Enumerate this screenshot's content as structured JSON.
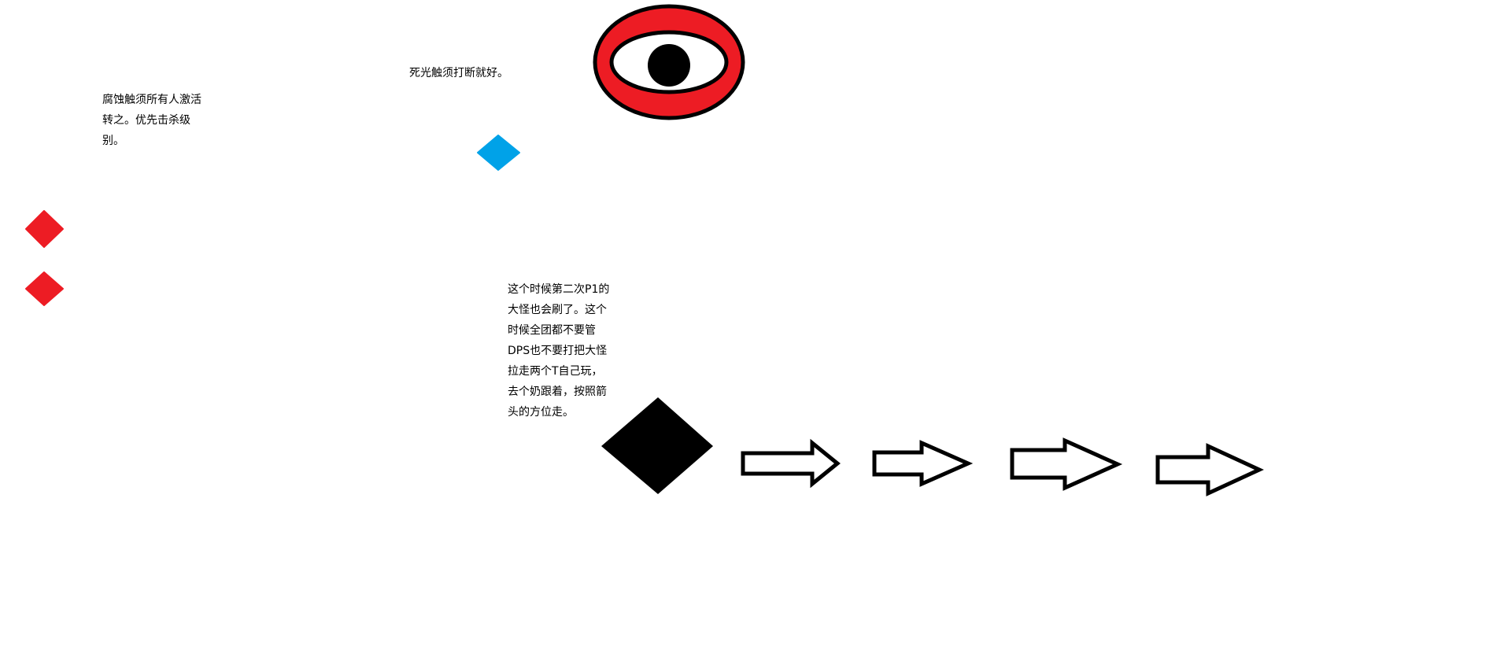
{
  "notes": [
    "腐蚀触须所有人激活\n转之。优先击杀级\n别。",
    "死光触须打断就好。",
    "这个时候第二次P1的\n大怪也会刷了。这个\n时候全团都不要管\nDPS也不要打把大怪\n拉走两个T自己玩，\n去个奶跟着，按照箭\n头的方位走。"
  ],
  "colors": {
    "red": "#ed1c24",
    "blue": "#00a2e8",
    "black": "#000000",
    "white": "#ffffff"
  },
  "icons": {
    "eye": "eye-icon",
    "red_diamond": "red-diamond-marker",
    "blue_diamond": "blue-diamond-marker",
    "boss": "black-diamond-boss",
    "arrow": "right-arrow-icon"
  }
}
